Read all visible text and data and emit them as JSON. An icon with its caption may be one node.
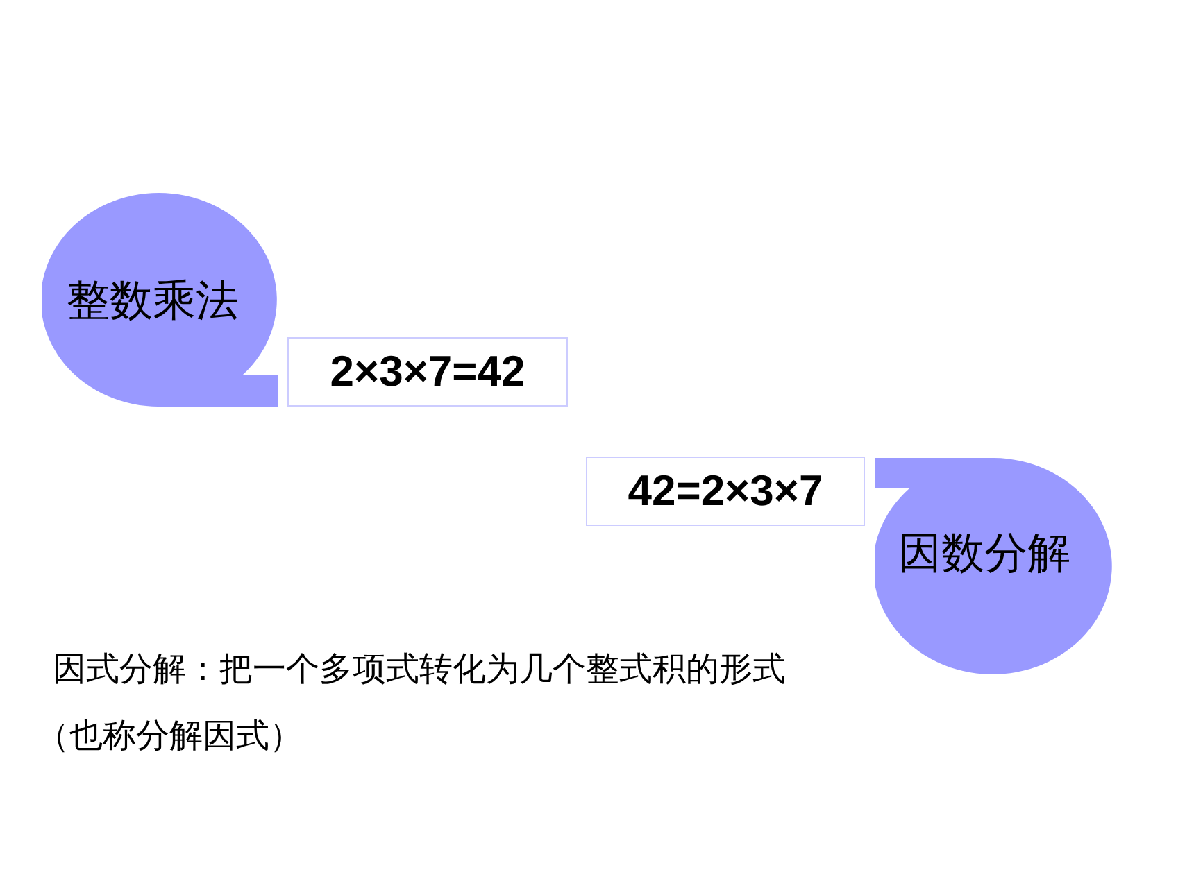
{
  "diagram": {
    "nodes": [
      {
        "text": [
          "整数乘法"
        ]
      },
      {
        "text": [
          "2×3×7=42"
        ]
      },
      {
        "text": [
          "42=2×3×7"
        ]
      },
      {
        "text": [
          "因数分解"
        ]
      }
    ],
    "labels": [
      "因式分解：把一个多项式转化为几个整式积的形式",
      "（也称分解因式）"
    ]
  }
}
